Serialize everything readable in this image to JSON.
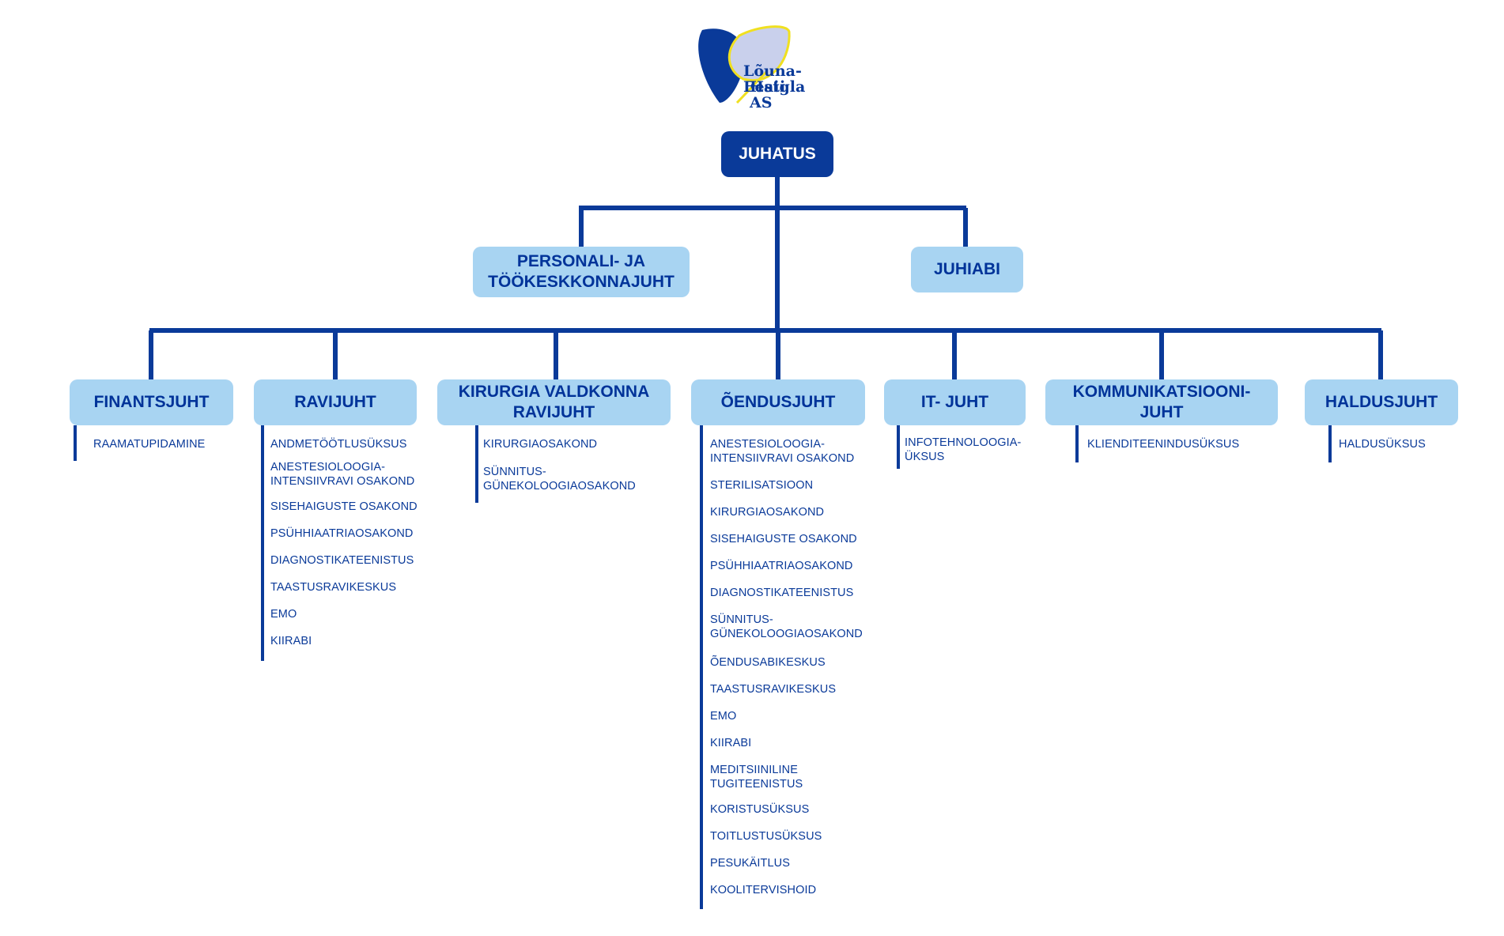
{
  "logo": {
    "line1": "Lõuna-Eesti",
    "line2": "Haigla AS"
  },
  "colors": {
    "dark": "#0a3a99",
    "light": "#a8d4f2",
    "line": "#0a3a99"
  },
  "root": "JUHATUS",
  "staff": {
    "personal": "PERSONALI- JA\nTÖÖKESKKONNAJUHT",
    "juhiabi": "JUHIABI"
  },
  "heads": [
    {
      "label": "FINANTSJUHT",
      "units": [
        "RAAMATUPIDAMINE"
      ]
    },
    {
      "label": "RAVIJUHT",
      "units": [
        "ANDMETÖÖTLUSÜKSUS",
        "ANESTESIOLOOGIA-\nINTENSIIVRAVI OSAKOND",
        "SISEHAIGUSTE OSAKOND",
        "PSÜHHIAATRIAOSAKOND",
        "DIAGNOSTIKATEENISTUS",
        "TAASTUSRAVIKESKUS",
        "EMO",
        "KIIRABI"
      ]
    },
    {
      "label": "KIRURGIA VALDKONNA\nRAVIJUHT",
      "units": [
        "KIRURGIAOSAKOND",
        "SÜNNITUS-\nGÜNEKOLOOGIAOSAKOND"
      ]
    },
    {
      "label": "ÕENDUSJUHT",
      "units": [
        "ANESTESIOLOOGIA-\nINTENSIIVRAVI OSAKOND",
        "STERILISATSIOON",
        "KIRURGIAOSAKOND",
        "SISEHAIGUSTE OSAKOND",
        "PSÜHHIAATRIAOSAKOND",
        "DIAGNOSTIKATEENISTUS",
        "SÜNNITUS-\nGÜNEKOLOOGIAOSAKOND",
        "ÕENDUSABIKESKUS",
        "TAASTUSRAVIKESKUS",
        "EMO",
        "KIIRABI",
        "MEDITSIINILINE\nTUGITEENISTUS",
        "KORISTUSÜKSUS",
        "TOITLUSTUSÜKSUS",
        "PESUKÄITLUS",
        "KOOLITERVISHOID"
      ]
    },
    {
      "label": "IT- JUHT",
      "units": [
        "INFOTEHNOLOOGIA-\nÜKSUS"
      ]
    },
    {
      "label": "KOMMUNIKATSIOONI-\nJUHT",
      "units": [
        "KLIENDITEENINDUSÜKSUS"
      ]
    },
    {
      "label": "HALDUSJUHT",
      "units": [
        "HALDUSÜKSUS"
      ]
    }
  ]
}
